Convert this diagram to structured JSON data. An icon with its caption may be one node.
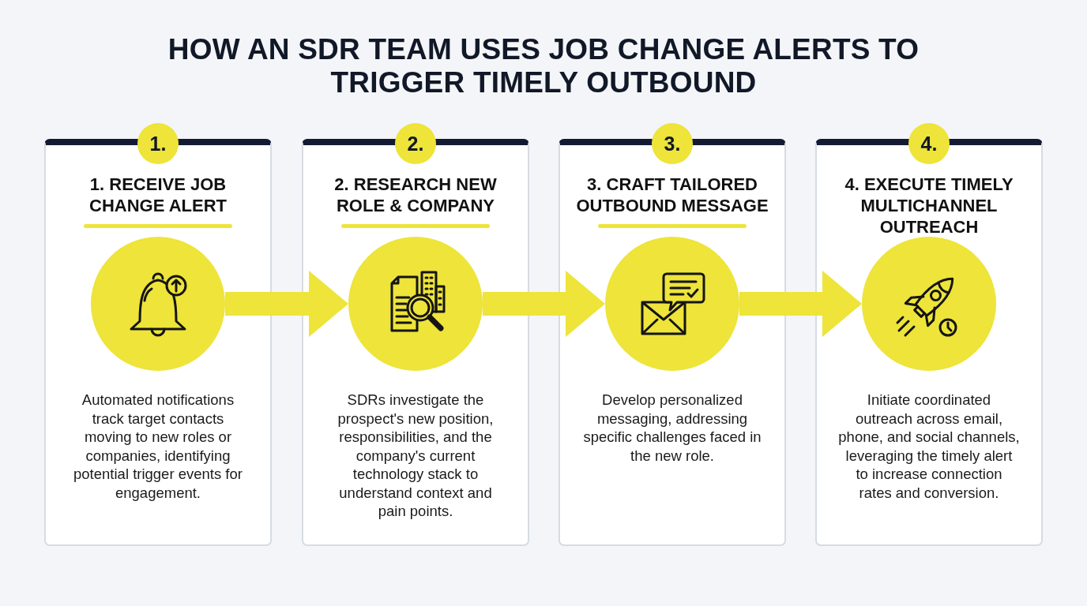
{
  "diagram": {
    "title": "HOW AN SDR TEAM USES JOB CHANGE ALERTS TO TRIGGER TIMELY OUTBOUND",
    "nodes": [
      {
        "text": [
          "1."
        ]
      },
      {
        "text": [
          "1. RECEIVE JOB CHANGE ALERT",
          "Automated notifications track target contacts moving to new roles or companies, identifying potential trigger events for engagement."
        ]
      },
      {
        "text": [],
        "shape": "circle",
        "in": 1
      },
      {
        "text": [
          "2."
        ]
      },
      {
        "text": [
          "2. RESEARCH NEW ROLE & COMPANY",
          "SDRs investigate the prospect's new position, responsibilities, and the company's current technology stack to understand context and pain points."
        ]
      },
      {
        "text": [],
        "shape": "circle",
        "in": 4
      },
      {
        "text": [
          "3."
        ]
      },
      {
        "text": [
          "3. CRAFT TAILORED OUTBOUND MESSAGE",
          "Develop personalized messaging, addressing specific challenges faced in the new role."
        ]
      },
      {
        "text": [],
        "shape": "circle",
        "in": 7
      },
      {
        "text": [
          "4."
        ]
      },
      {
        "text": [
          "4. EXECUTE TIMELY MULTICHANNEL OUTREACH",
          "Initiate coordinated outreach across email, phone, and social channels, leveraging the timely alert to increase connection rates and conversion."
        ]
      },
      {
        "text": [],
        "shape": "circle",
        "in": 10
      }
    ],
    "edges": [
      {
        "from": 2,
        "to": 5,
        "arrow": "to"
      },
      {
        "from": 5,
        "to": 8,
        "arrow": "to"
      },
      {
        "from": 8,
        "to": 11,
        "arrow": "to"
      }
    ]
  }
}
